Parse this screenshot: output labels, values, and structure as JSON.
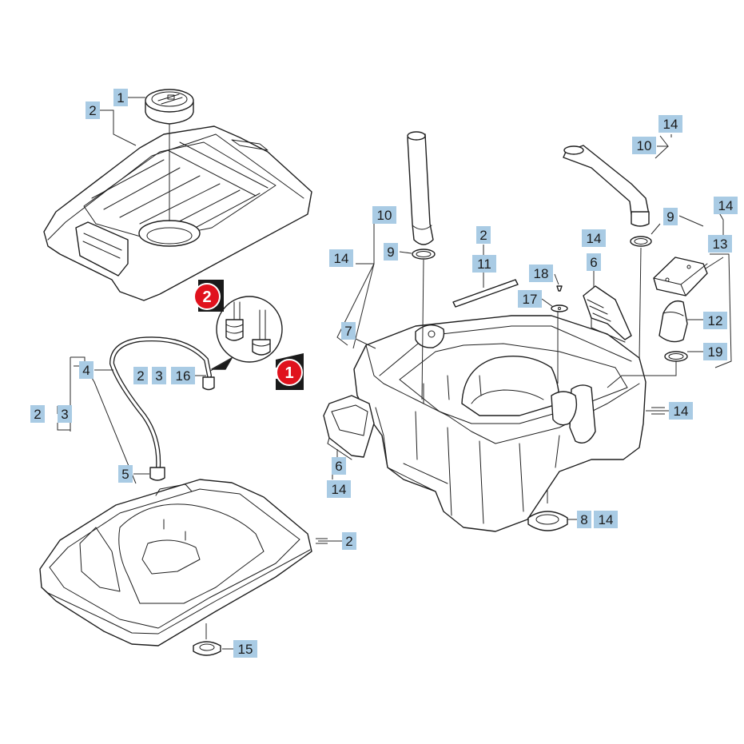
{
  "callouts": {
    "c1": "1",
    "c2": "2",
    "c3": "2",
    "c4": "3",
    "c5": "16",
    "c6": "4",
    "c7": "2",
    "c8": "3",
    "c9": "5",
    "c10": "2",
    "c11": "15",
    "c12": "10",
    "c13": "9",
    "c14": "14",
    "c15": "7",
    "c16": "6",
    "c17": "14",
    "c18": "2",
    "c19": "11",
    "c20": "18",
    "c21": "17",
    "c22": "14",
    "c23": "6",
    "c24": "14",
    "c25": "10",
    "c26": "9",
    "c27": "14",
    "c28": "13",
    "c29": "12",
    "c30": "19",
    "c31": "14",
    "c32": "8",
    "c33": "14"
  },
  "detail_markers": {
    "m1": "1",
    "m2": "2"
  },
  "colors": {
    "label_fill": "#a9cbe4",
    "marker": "#e0121d",
    "line": "#1e1e1e"
  }
}
